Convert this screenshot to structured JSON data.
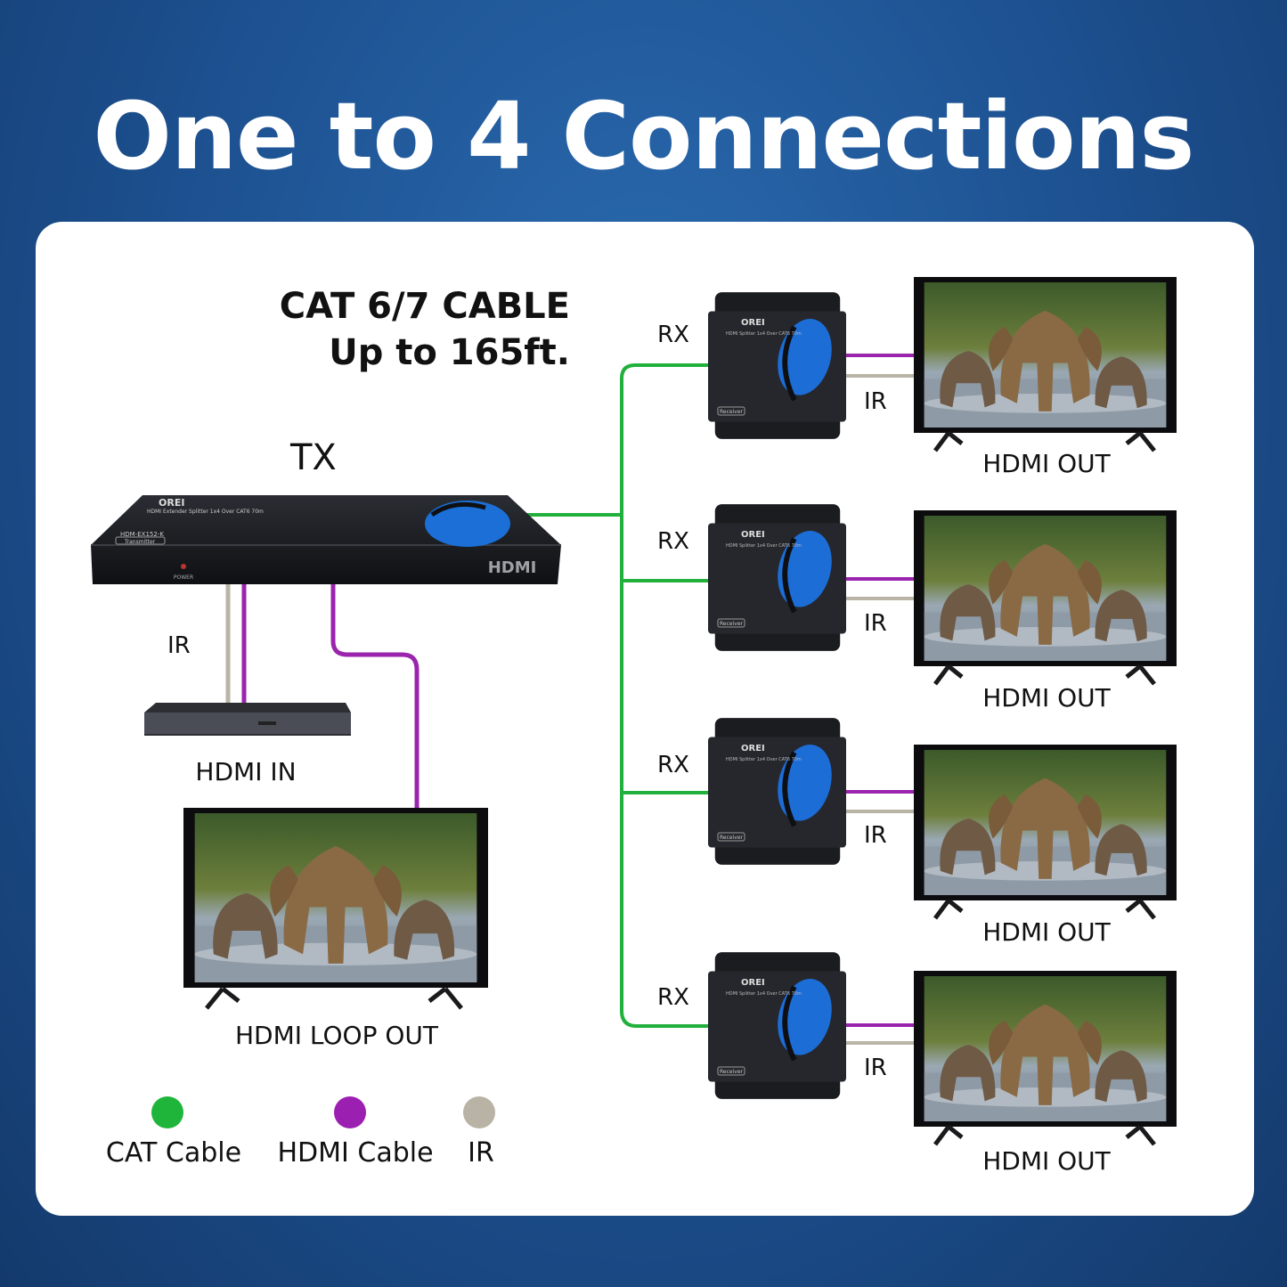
{
  "title": "One to 4 Connections",
  "cable_note": {
    "line1": "CAT 6/7 CABLE",
    "line2": "Up to 165ft."
  },
  "tx": {
    "label": "TX",
    "brand": "OREI",
    "model": "HDM-EX152-K",
    "device_text": "HDMI Extender Splitter 1x4 Over CAT6 70m",
    "role_tag": "Transmitter",
    "power_label": "POWER",
    "hdmi_logo": "HDMI"
  },
  "source": {
    "ir_label": "IR",
    "label": "HDMI IN"
  },
  "loop_out": {
    "label": "HDMI LOOP OUT"
  },
  "receivers": [
    {
      "rx_label": "RX",
      "ir_label": "IR",
      "out_label": "HDMI OUT",
      "brand": "OREI",
      "device_text": "HDMI Splitter 1x4 Over CAT6 70m",
      "role_tag": "Receiver"
    },
    {
      "rx_label": "RX",
      "ir_label": "IR",
      "out_label": "HDMI OUT",
      "brand": "OREI",
      "device_text": "HDMI Splitter 1x4 Over CAT6 70m",
      "role_tag": "Receiver"
    },
    {
      "rx_label": "RX",
      "ir_label": "IR",
      "out_label": "HDMI OUT",
      "brand": "OREI",
      "device_text": "HDMI Splitter 1x4 Over CAT6 70m",
      "role_tag": "Receiver"
    },
    {
      "rx_label": "RX",
      "ir_label": "IR",
      "out_label": "HDMI OUT",
      "brand": "OREI",
      "device_text": "HDMI Splitter 1x4 Over CAT6 70m",
      "role_tag": "Receiver"
    }
  ],
  "legend": [
    {
      "label": "CAT Cable",
      "color": "#1fb53a"
    },
    {
      "label": "HDMI Cable",
      "color": "#9b1fb0"
    },
    {
      "label": "IR",
      "color": "#b9b3a5"
    }
  ],
  "colors": {
    "cat": "#22b03c",
    "hdmi": "#9a24ad",
    "ir": "#bab4a6",
    "brand_blue": "#1b6fd6"
  }
}
